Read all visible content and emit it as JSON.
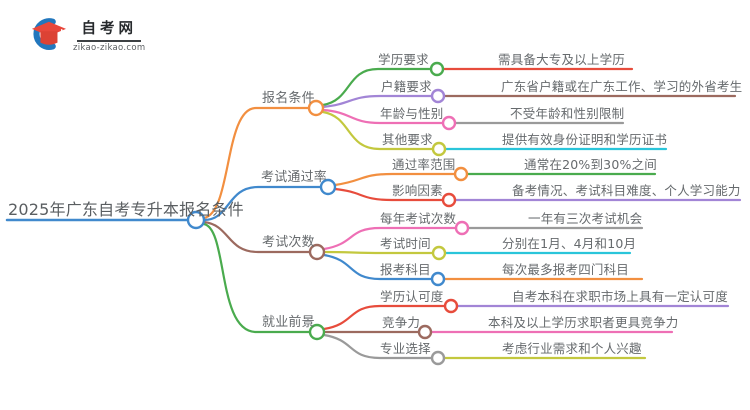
{
  "logo": {
    "title": "自考网",
    "domain": "zikao-zikao.com"
  },
  "mindmap": {
    "root": "2025年广东自考专升本报名条件",
    "branches": [
      {
        "label": "报名条件",
        "color": "#F28F40",
        "children": [
          {
            "label": "学历要求",
            "color": "#4AAB4E",
            "value": "需具备大专及以上学历",
            "value_color": "#E74C3C"
          },
          {
            "label": "户籍要求",
            "color": "#A285D6",
            "value": "广东省户籍或在广东工作、学习的外省考生",
            "value_color": "#9C6A5F"
          },
          {
            "label": "年龄与性别",
            "color": "#EE6FB5",
            "value": "不受年龄和性别限制",
            "value_color": "#9A9A9A"
          },
          {
            "label": "其他要求",
            "color": "#C3C83E",
            "value": "提供有效身份证明和学历证书",
            "value_color": "#2AC5DA"
          }
        ]
      },
      {
        "label": "考试通过率",
        "color": "#4089CD",
        "children": [
          {
            "label": "通过率范围",
            "color": "#F28F40",
            "value": "通常在20%到30%之间",
            "value_color": "#4AAB4E"
          },
          {
            "label": "影响因素",
            "color": "#E74C3C",
            "value": "备考情况、考试科目难度、个人学习能力",
            "value_color": "#A285D6"
          }
        ]
      },
      {
        "label": "考试次数",
        "color": "#9C6A5F",
        "children": [
          {
            "label": "每年考试次数",
            "color": "#EE6FB5",
            "value": "一年有三次考试机会",
            "value_color": "#9A9A9A"
          },
          {
            "label": "考试时间",
            "color": "#C3C83E",
            "value": "分别在1月、4月和10月",
            "value_color": "#2AC5DA"
          },
          {
            "label": "报考科目",
            "color": "#4089CD",
            "value": "每次最多报考四门科目",
            "value_color": "#F28F40"
          }
        ]
      },
      {
        "label": "就业前景",
        "color": "#4AAB4E",
        "children": [
          {
            "label": "学历认可度",
            "color": "#E74C3C",
            "value": "自考本科在求职市场上具有一定认可度",
            "value_color": "#A285D6"
          },
          {
            "label": "竞争力",
            "color": "#9C6A5F",
            "value": "本科及以上学历求职者更具竞争力",
            "value_color": "#EE6FB5"
          },
          {
            "label": "专业选择",
            "color": "#9A9A9A",
            "value": "考虑行业需求和个人兴趣",
            "value_color": "#C3C83E"
          }
        ]
      }
    ]
  },
  "palette": {
    "orange": "#F28F40",
    "blue": "#4089CD",
    "brown": "#9C6A5F",
    "green": "#4AAB4E",
    "red": "#E74C3C",
    "purple": "#A285D6",
    "pink": "#EE6FB5",
    "yellow": "#C3C83E",
    "cyan": "#2AC5DA",
    "gray": "#9A9A9A",
    "logo_blue": "#2277BD",
    "logo_red": "#E8473B"
  }
}
